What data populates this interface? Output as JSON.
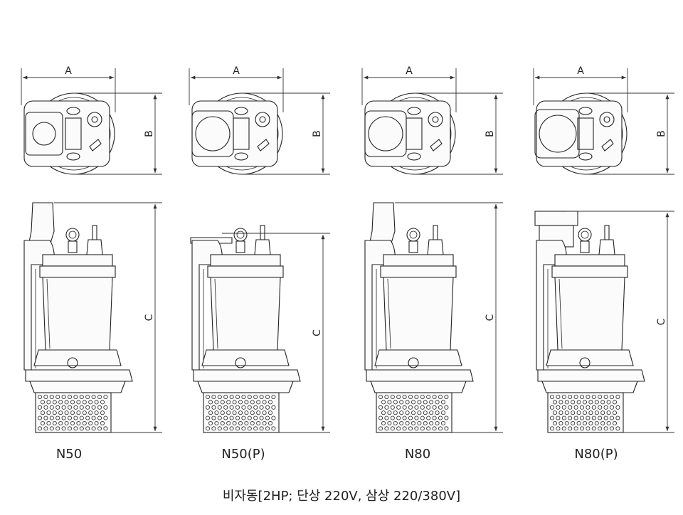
{
  "dimension_labels": {
    "width": "A",
    "depth": "B",
    "height": "C"
  },
  "models": [
    {
      "name": "N50",
      "port": "small",
      "top": "tall"
    },
    {
      "name": "N50(P)",
      "port": "large",
      "top": "low"
    },
    {
      "name": "N80",
      "port": "large",
      "top": "tall"
    },
    {
      "name": "N80(P)",
      "port": "flange",
      "top": "flange"
    }
  ],
  "footer_text": "비자동[2HP;  단상  220V,  삼상  220/380V]",
  "colors": {
    "line": "#222222",
    "background": "#ffffff"
  }
}
